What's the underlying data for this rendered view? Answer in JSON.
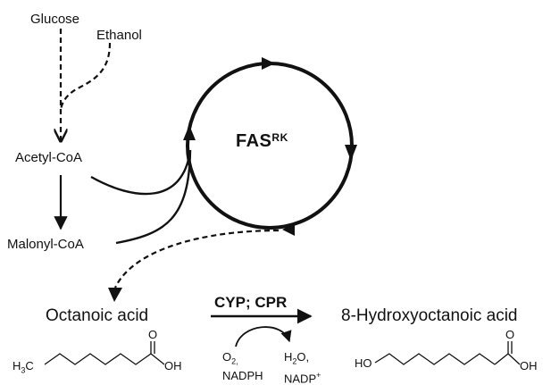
{
  "nodes": {
    "glucose": "Glucose",
    "ethanol": "Ethanol",
    "acetyl_coa": "Acetyl-CoA",
    "malonyl_coa": "Malonyl-CoA",
    "octanoic_acid": "Octanoic acid",
    "hydroxyoctanoic_acid": "8-Hydroxyoctanoic acid"
  },
  "cycle": {
    "label_main": "FAS",
    "label_sup": "RK"
  },
  "reaction": {
    "enzymes": "CYP; CPR",
    "inputs": {
      "o2_base": "O",
      "o2_sub": "2,",
      "nadph": "NADPH"
    },
    "outputs": {
      "h2o_h": "H",
      "h2o_sub": "2",
      "h2o_o": "O,",
      "nadp": "NADP",
      "nadp_sup": "+"
    }
  },
  "structures": {
    "octanoic_left_h": "H",
    "octanoic_left_sub": "3",
    "octanoic_left_c": "C",
    "octanoic_o_top": "O",
    "octanoic_oh": "OH",
    "hydroxy_ho": "HO",
    "hydroxy_o_top": "O",
    "hydroxy_oh": "OH"
  }
}
